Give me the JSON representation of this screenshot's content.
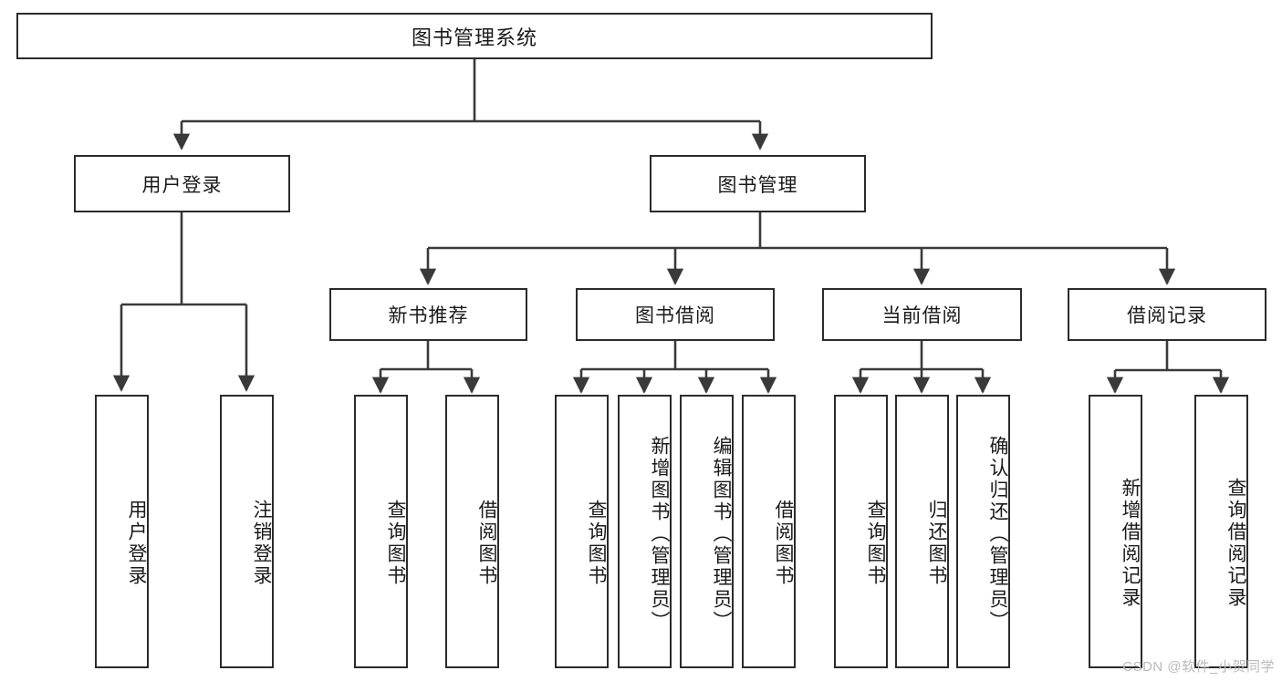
{
  "diagram": {
    "type": "tree-hierarchy-chart",
    "title": "图书管理系统",
    "watermark": "CSDN @软件_小贺同学",
    "colors": {
      "box_border": "#2b2b2b",
      "box_fill": "#ffffff",
      "connector": "#3a3a3a",
      "text": "#1a1a1a",
      "watermark": "#b9b9b9"
    },
    "root": {
      "label": "图书管理系统"
    },
    "level2": [
      {
        "label": "用户登录"
      },
      {
        "label": "图书管理"
      }
    ],
    "level3": [
      {
        "label": "新书推荐"
      },
      {
        "label": "图书借阅"
      },
      {
        "label": "当前借阅"
      },
      {
        "label": "借阅记录"
      }
    ],
    "leaves": {
      "user_login": [
        {
          "label": "用户登录"
        },
        {
          "label": "注销登录"
        }
      ],
      "new_book_recommend": [
        {
          "label": "查询图书"
        },
        {
          "label": "借阅图书"
        }
      ],
      "book_borrow": [
        {
          "label": "查询图书"
        },
        {
          "label": "新增图书（管理员）"
        },
        {
          "label": "编辑图书（管理员）"
        },
        {
          "label": "借阅图书"
        }
      ],
      "current_borrow": [
        {
          "label": "查询图书"
        },
        {
          "label": "归还图书"
        },
        {
          "label": "确认归还（管理员）"
        }
      ],
      "borrow_record": [
        {
          "label": "新增借阅记录"
        },
        {
          "label": "查询借阅记录"
        }
      ]
    }
  }
}
